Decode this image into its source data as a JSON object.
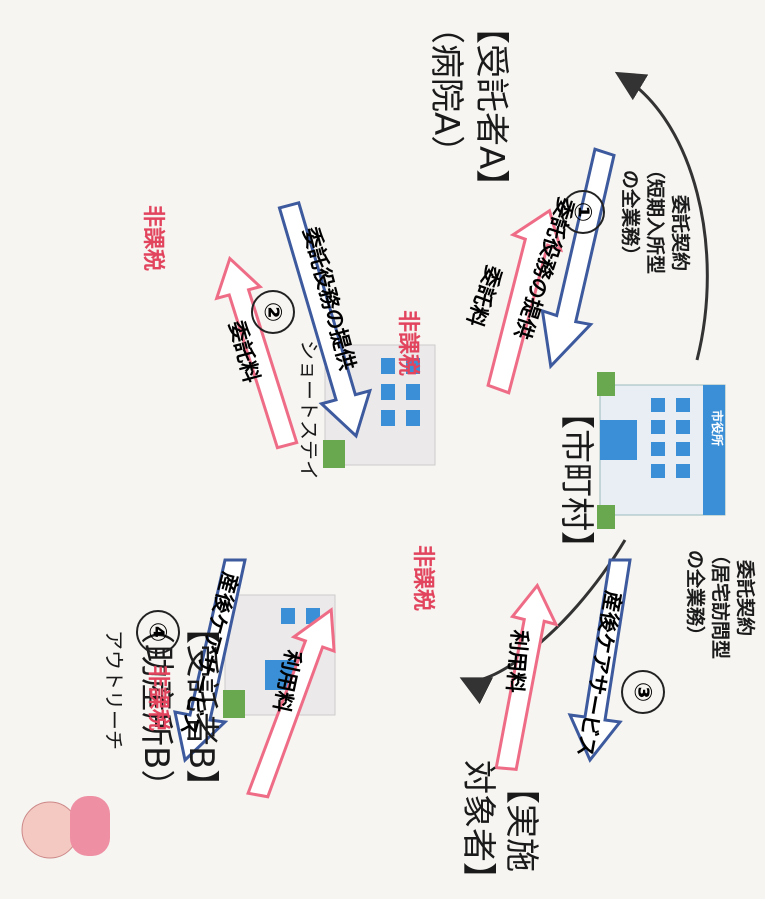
{
  "municipality": {
    "label": "【市町村】",
    "sign": "市役所"
  },
  "contractor_a": {
    "line1": "【受託者A】",
    "line2": "（病院A）",
    "note": "ショートステイ"
  },
  "contractor_b": {
    "line1": "【受託者B】",
    "line2": "（助産所B）",
    "note": "アウトリーチ"
  },
  "target": {
    "line1": "【実施",
    "line2": "対象者】"
  },
  "contract_a": {
    "line1": "委託契約",
    "line2": "（短期入所型",
    "line3": "の全業務）"
  },
  "contract_b": {
    "line1": "委託契約",
    "line2": "（居宅訪問型",
    "line3": "の全業務）"
  },
  "flows": {
    "n1": "①",
    "n2": "②",
    "n3": "③",
    "n4": "④",
    "service_provision_1": "委託役務の提供",
    "fee_1": "委託料",
    "service_provision_2": "委託役務の提供",
    "fee_2": "委託料",
    "postnatal_care_3": "産後ケアサービス",
    "usage_fee_3": "利用料",
    "postnatal_care_4": "産後ケアサービス",
    "usage_fee_4": "利用料"
  },
  "tax": {
    "t1": "非課税",
    "t2": "非課税",
    "t3": "非課税",
    "t4": "非課税"
  },
  "colors": {
    "blue_arrow": "#3d5a9e",
    "pink_arrow": "#ef6c86",
    "tax_red": "#e2445e",
    "building_blue": "#3b8fd6"
  }
}
